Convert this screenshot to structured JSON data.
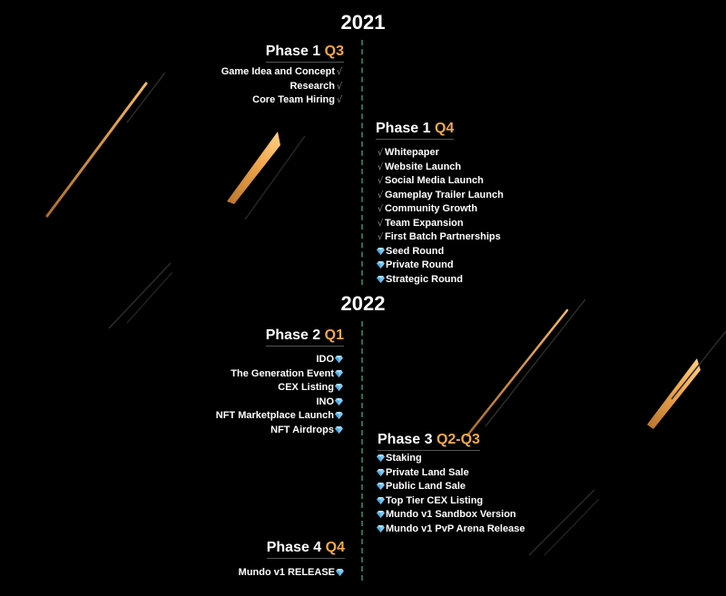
{
  "colors": {
    "background": "#000000",
    "text": "#ffffff",
    "quarter_accent": "#f0a94a",
    "timeline_dash": "#2f6b4f",
    "check_mark": "#8f8f8f",
    "gem": "#7cc8f2"
  },
  "icons": {
    "done": "check-icon",
    "planned": "diamond-gem-icon"
  },
  "years": [
    {
      "label": "2021",
      "phases": [
        {
          "label": "Phase 1",
          "quarter": "Q3",
          "side": "left",
          "items": [
            {
              "text": "Game Idea and Concept",
              "status": "done"
            },
            {
              "text": "Research",
              "status": "done"
            },
            {
              "text": "Core Team Hiring",
              "status": "done"
            }
          ]
        },
        {
          "label": "Phase 1",
          "quarter": "Q4",
          "side": "right",
          "items": [
            {
              "text": "Whitepaper",
              "status": "done"
            },
            {
              "text": "Website Launch",
              "status": "done"
            },
            {
              "text": "Social Media Launch",
              "status": "done"
            },
            {
              "text": "Gameplay Trailer Launch",
              "status": "done"
            },
            {
              "text": "Community Growth",
              "status": "done"
            },
            {
              "text": "Team Expansion",
              "status": "done"
            },
            {
              "text": "First Batch Partnerships",
              "status": "done"
            },
            {
              "text": "Seed Round",
              "status": "planned"
            },
            {
              "text": "Private Round",
              "status": "planned"
            },
            {
              "text": "Strategic Round",
              "status": "planned"
            }
          ]
        }
      ]
    },
    {
      "label": "2022",
      "phases": [
        {
          "label": "Phase 2",
          "quarter": "Q1",
          "side": "left",
          "items": [
            {
              "text": "IDO",
              "status": "planned"
            },
            {
              "text": "The Generation Event",
              "status": "planned"
            },
            {
              "text": "CEX Listing",
              "status": "planned"
            },
            {
              "text": "INO",
              "status": "planned"
            },
            {
              "text": "NFT Marketplace Launch",
              "status": "planned"
            },
            {
              "text": "NFT Airdrops",
              "status": "planned"
            }
          ]
        },
        {
          "label": "Phase 3",
          "quarter": "Q2-Q3",
          "side": "right",
          "items": [
            {
              "text": "Staking",
              "status": "planned"
            },
            {
              "text": "Private Land Sale",
              "status": "planned"
            },
            {
              "text": "Public Land Sale",
              "status": "planned"
            },
            {
              "text": "Top Tier CEX Listing",
              "status": "planned"
            },
            {
              "text": "Mundo v1 Sandbox Version",
              "status": "planned"
            },
            {
              "text": "Mundo v1 PvP Arena Release",
              "status": "planned"
            }
          ]
        },
        {
          "label": "Phase 4",
          "quarter": "Q4",
          "side": "left",
          "items": [
            {
              "text": "Mundo v1 RELEASE",
              "status": "planned"
            }
          ]
        }
      ]
    }
  ]
}
